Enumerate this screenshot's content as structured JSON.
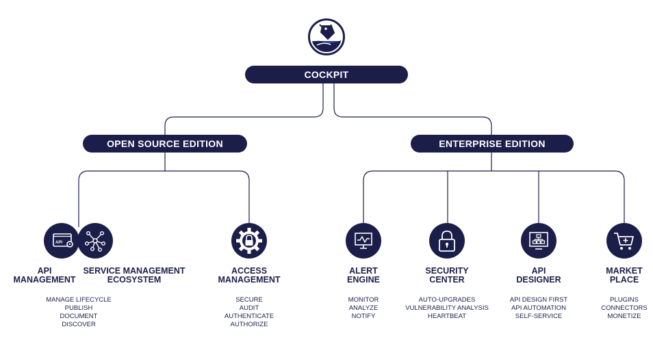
{
  "colors": {
    "navy": "#1c1e4a",
    "white": "#ffffff"
  },
  "root": {
    "label": "COCKPIT",
    "icon": "hand-holding-tag-icon"
  },
  "editions": [
    {
      "label": "OPEN SOURCE EDITION"
    },
    {
      "label": "ENTERPRISE EDITION"
    }
  ],
  "products": [
    {
      "title": "API\nMANAGEMENT",
      "icon": "api-gear-icon",
      "features": [
        "MANAGE LIFECYCLE",
        "PUBLISH",
        "DOCUMENT",
        "DISCOVER"
      ]
    },
    {
      "title": "SERVICE MANAGEMENT\nECOSYSTEM",
      "icon": "network-nodes-icon",
      "features": []
    },
    {
      "title": "ACCESS\nMANAGEMENT",
      "icon": "gear-lock-icon",
      "features": [
        "SECURE",
        "AUDIT",
        "AUTHENTICATE",
        "AUTHORIZE"
      ]
    },
    {
      "title": "ALERT\nENGINE",
      "icon": "monitor-pulse-icon",
      "features": [
        "MONITOR",
        "ANALYZE",
        "NOTIFY"
      ]
    },
    {
      "title": "SECURITY\nCENTER",
      "icon": "padlock-icon",
      "features": [
        "AUTO-UPGRADES",
        "VULNERABILITY ANALYSIS",
        "HEARTBEAT"
      ]
    },
    {
      "title": "API\nDESIGNER",
      "icon": "flowchart-screen-icon",
      "features": [
        "API DESIGN FIRST",
        "API AUTOMATION",
        "SELF-SERVICE"
      ]
    },
    {
      "title": "MARKET\nPLACE",
      "icon": "shopping-cart-icon",
      "features": [
        "PLUGINS",
        "CONNECTORS",
        "MONETIZE"
      ]
    }
  ]
}
